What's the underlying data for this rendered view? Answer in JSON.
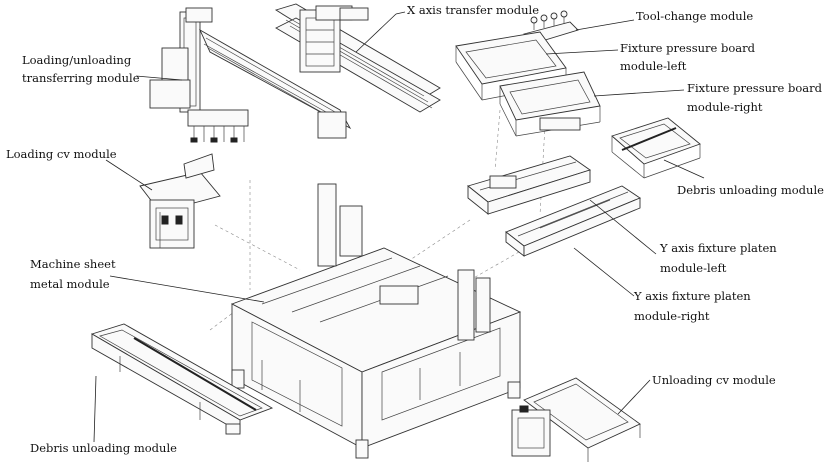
{
  "labels": {
    "x_axis_transfer": "X axis transfer module",
    "tool_change": "Tool-change module",
    "fixture_left_1": "Fixture pressure board",
    "fixture_left_2": "module-left",
    "fixture_right_1": "Fixture pressure board",
    "fixture_right_2": "module-right",
    "loading_unloading_1": "Loading/unloading",
    "loading_unloading_2": "transferring module",
    "loading_cv": "Loading cv module",
    "debris_right": "Debris unloading module",
    "y_left_1": "Y axis fixture platen",
    "y_left_2": "module-left",
    "y_right_1": "Y axis fixture platen",
    "y_right_2": "module-right",
    "machine_sheet_1": "Machine sheet",
    "machine_sheet_2": "metal module",
    "unloading_cv": "Unloading cv module",
    "debris_left": "Debris unloading module"
  }
}
